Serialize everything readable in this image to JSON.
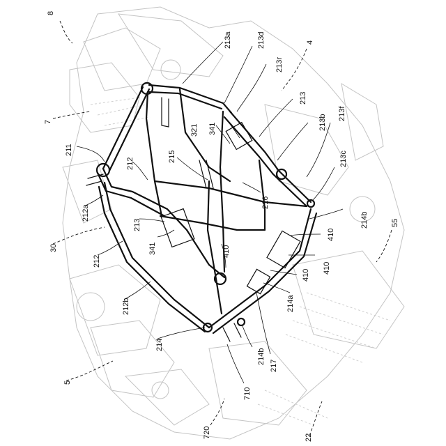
{
  "refs": {
    "r8": "8",
    "r7": "7",
    "r4": "4",
    "r5": "5",
    "r30": "30",
    "r22": "22",
    "r55": "55",
    "r720": "720",
    "r710": "710",
    "r217": "217",
    "r211": "211",
    "r212_top": "212",
    "r212a": "212a",
    "r212_left": "212",
    "r212b": "212b",
    "r213_left": "213",
    "r213_right": "213",
    "r213a": "213a",
    "r213d": "213d",
    "r213r": "213r",
    "r213b": "213b",
    "r213f": "213f",
    "r213c": "213c",
    "r214": "214",
    "r214a": "214a",
    "r214b_top": "214b",
    "r214b_bottom": "214b",
    "r215": "215",
    "r216": "216",
    "r321": "321",
    "r341_top": "341",
    "r341_left": "341",
    "r410_a": "410",
    "r410_b": "410",
    "r410_c": "410",
    "r410_d": "410"
  }
}
